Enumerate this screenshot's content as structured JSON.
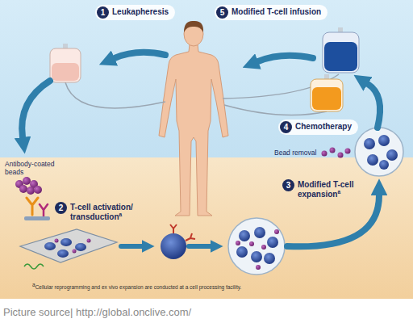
{
  "diagram": {
    "caption": "Picture source| http://global.onclive.com/",
    "nodes": [
      {
        "text": [
          "1",
          "Leukapheresis"
        ]
      },
      {
        "text": [
          "5",
          "Modified T-cell infusion"
        ]
      },
      {
        "text": [
          "4",
          "Chemotherapy"
        ]
      },
      {
        "text": [
          "2",
          "T-cell activation/ transduction",
          "a"
        ]
      },
      {
        "text": [
          "3",
          "Modified T-cell expansion",
          "a"
        ]
      }
    ],
    "labels": [
      "Antibody-coated beads",
      "Bead removal",
      "a",
      "Cellular reprogramming and ex vivo expansion are conducted at a cell processing facility."
    ]
  }
}
